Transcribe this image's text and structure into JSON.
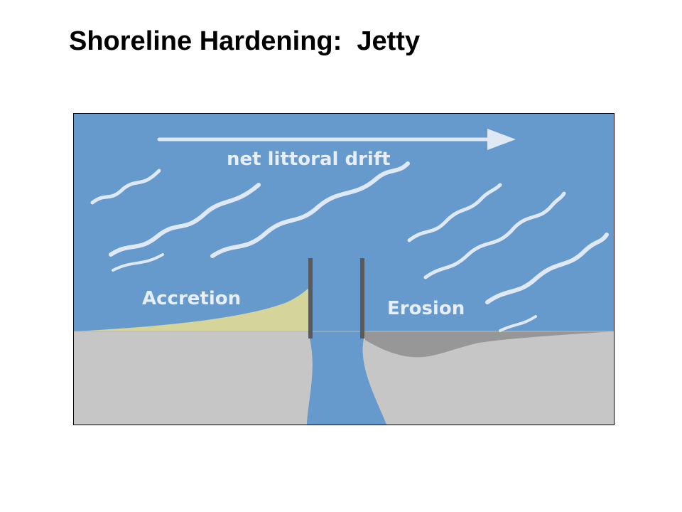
{
  "slide": {
    "title": "Shoreline Hardening:  Jetty"
  },
  "diagram": {
    "labels": {
      "drift": "net littoral drift",
      "accretion": "Accretion",
      "erosion": "Erosion"
    },
    "colors": {
      "water": "#6699cc",
      "land": "#c6c6c6",
      "accreted_sand": "#d5d49a",
      "eroded_zone": "#979797",
      "jetty": "#5a5a5a",
      "wave": "#dfe9f5",
      "label": "#e8eef6"
    }
  }
}
